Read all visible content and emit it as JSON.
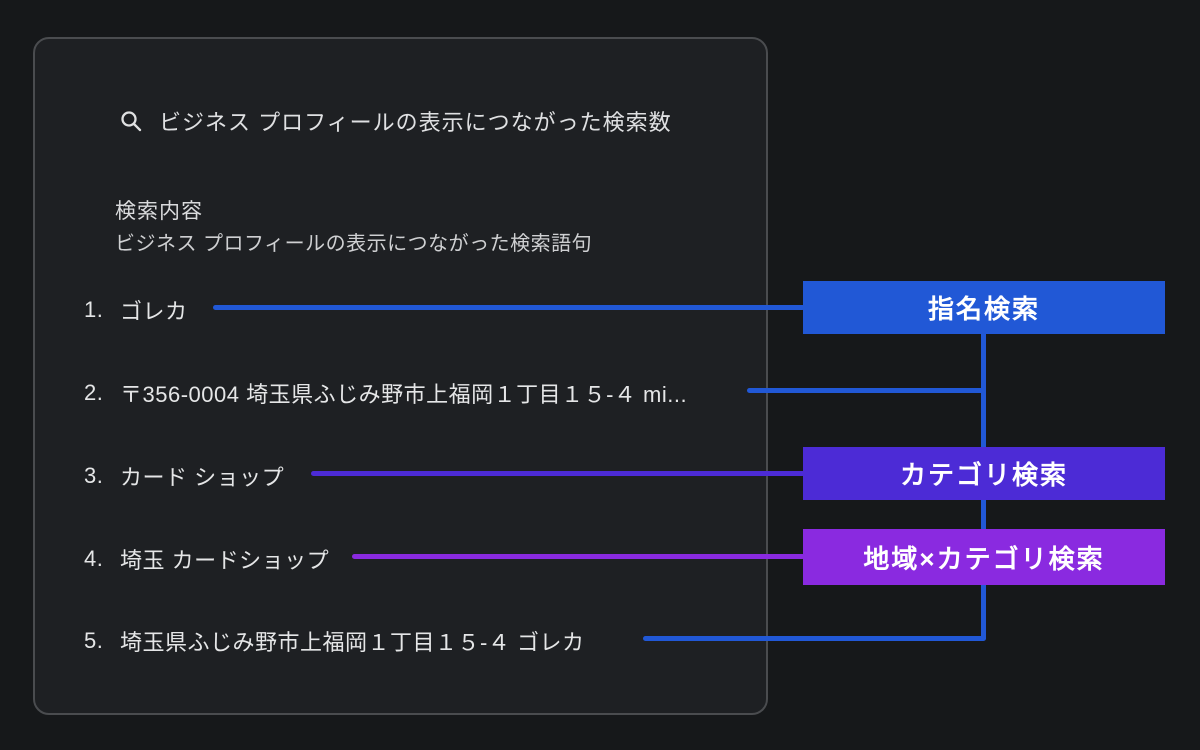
{
  "panel": {
    "title": "ビジネス プロフィールの表示につながった検索数",
    "section_heading": "検索内容",
    "section_subheading": "ビジネス プロフィールの表示につながった検索語句",
    "items": [
      {
        "num": "1.",
        "text": "ゴレカ",
        "category": "brand"
      },
      {
        "num": "2.",
        "text": "〒356-0004 埼玉県ふじみ野市上福岡１丁目１５-４ mi...",
        "category": "brand"
      },
      {
        "num": "3.",
        "text": "カード ショップ",
        "category": "category"
      },
      {
        "num": "4.",
        "text": "埼玉 カードショップ",
        "category": "region_category"
      },
      {
        "num": "5.",
        "text": "埼玉県ふじみ野市上福岡１丁目１５-４ ゴレカ",
        "category": "brand"
      }
    ]
  },
  "labels": {
    "brand": "指名検索",
    "category": "カテゴリ検索",
    "region_category": "地域×カテゴリ検索"
  },
  "connections": {
    "brand_items": [
      1,
      2,
      5
    ],
    "category_items": [
      3
    ],
    "region_category_items": [
      4
    ]
  },
  "icons": {
    "search": "magnifying-glass"
  },
  "colors": {
    "background": "#16181a",
    "panel": "#1e2023",
    "panel_border": "#4a4c4f",
    "blue": "#2158d6",
    "indigo": "#4c2bd6",
    "purple": "#8a2ae0",
    "text": "#e5e6e7",
    "text_dim": "#cfd0d2"
  }
}
